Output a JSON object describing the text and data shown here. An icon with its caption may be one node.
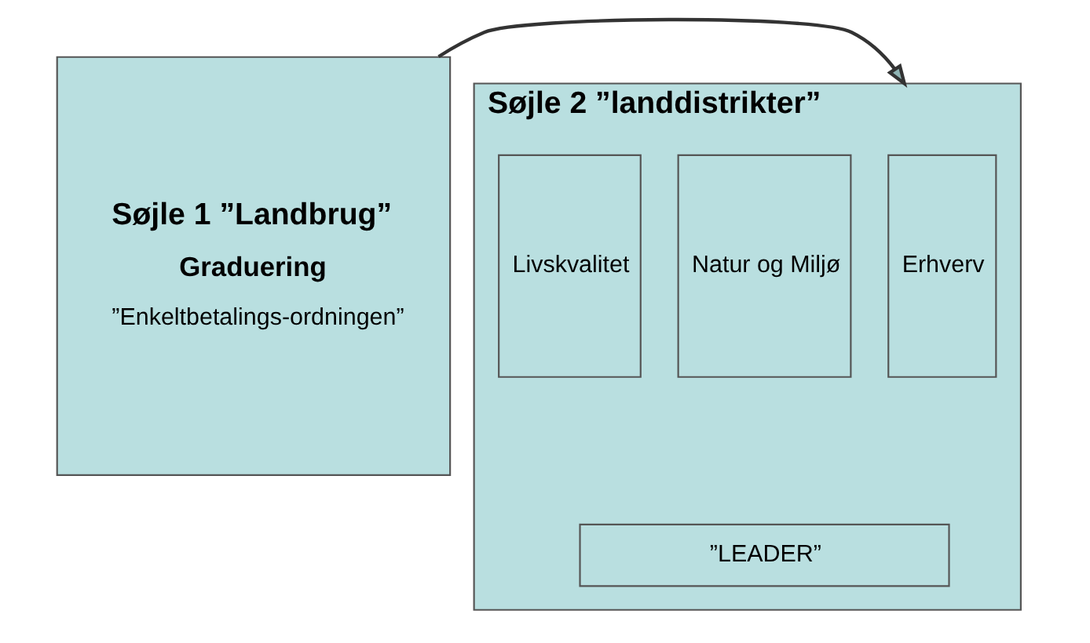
{
  "diagram": {
    "nodes": [
      {
        "text": [
          "Søjle 1 ”Landbrug”",
          "Graduering",
          "”Enkeltbetalings-ordningen”"
        ]
      },
      {
        "text": [
          "Søjle 2 ”landdistrikter”"
        ]
      },
      {
        "text": [
          "Erhverv"
        ],
        "in": 1
      },
      {
        "text": [
          "Natur og Miljø"
        ],
        "in": 1
      },
      {
        "text": [
          "Livskvalitet"
        ],
        "in": 1
      },
      {
        "text": [
          "”LEADER”"
        ],
        "in": 1
      }
    ],
    "edges": [
      {
        "from": 0,
        "to": 1,
        "arrow": "to"
      }
    ]
  }
}
